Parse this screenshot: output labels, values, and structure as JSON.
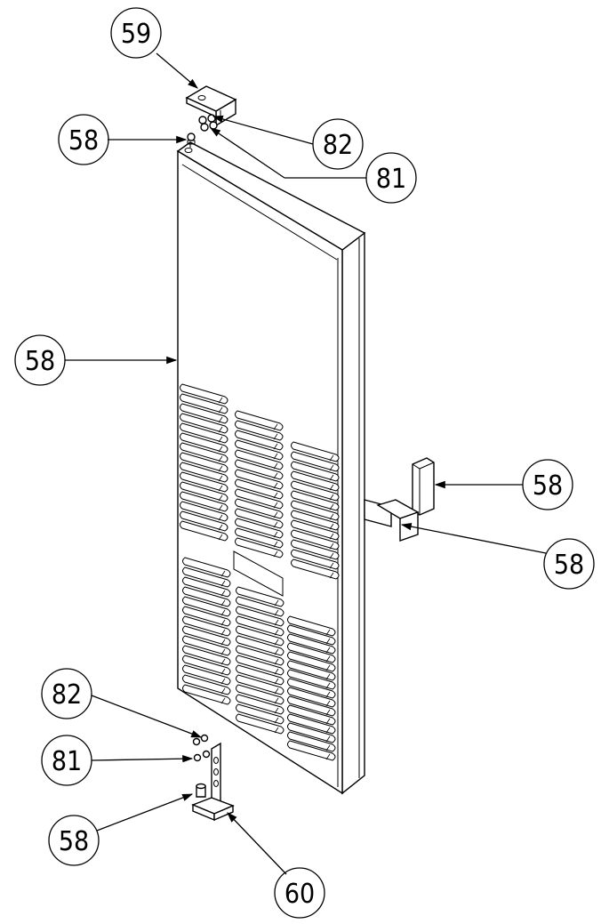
{
  "diagram": {
    "callouts": [
      {
        "id": "c1",
        "label": "59"
      },
      {
        "id": "c2",
        "label": "58"
      },
      {
        "id": "c3",
        "label": "82"
      },
      {
        "id": "c4",
        "label": "81"
      },
      {
        "id": "c5",
        "label": "58"
      },
      {
        "id": "c6",
        "label": "58"
      },
      {
        "id": "c7",
        "label": "58"
      },
      {
        "id": "c8",
        "label": "82"
      },
      {
        "id": "c9",
        "label": "81"
      },
      {
        "id": "c10",
        "label": "58"
      },
      {
        "id": "c11",
        "label": "60"
      }
    ]
  }
}
